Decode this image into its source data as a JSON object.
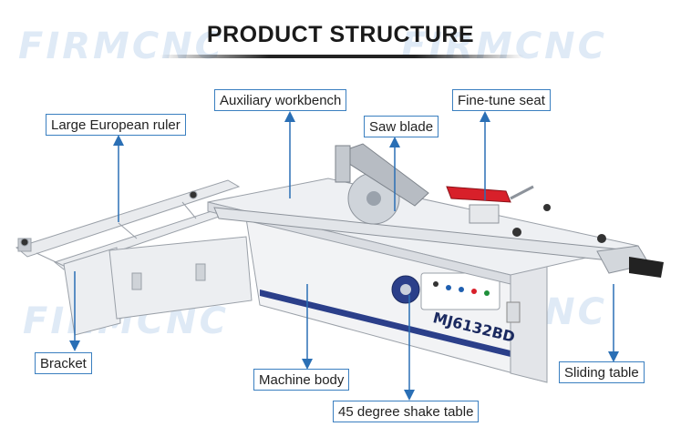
{
  "title": "PRODUCT STRUCTURE",
  "watermark": "FIRMCNC",
  "model_plate": "MJ6132BD",
  "labels": {
    "large_ruler": "Large European ruler",
    "aux_workbench": "Auxiliary workbench",
    "saw_blade": "Saw blade",
    "fine_tune": "Fine-tune seat",
    "bracket": "Bracket",
    "machine_body": "Machine body",
    "shake_table": "45 degree shake table",
    "sliding_table": "Sliding table"
  },
  "colors": {
    "label_border": "#3a7fc0",
    "arrow": "#2a6fb5",
    "machine_body": "#f2f3f5",
    "stripe": "#2b3f8a",
    "accent_red": "#d8202a"
  }
}
